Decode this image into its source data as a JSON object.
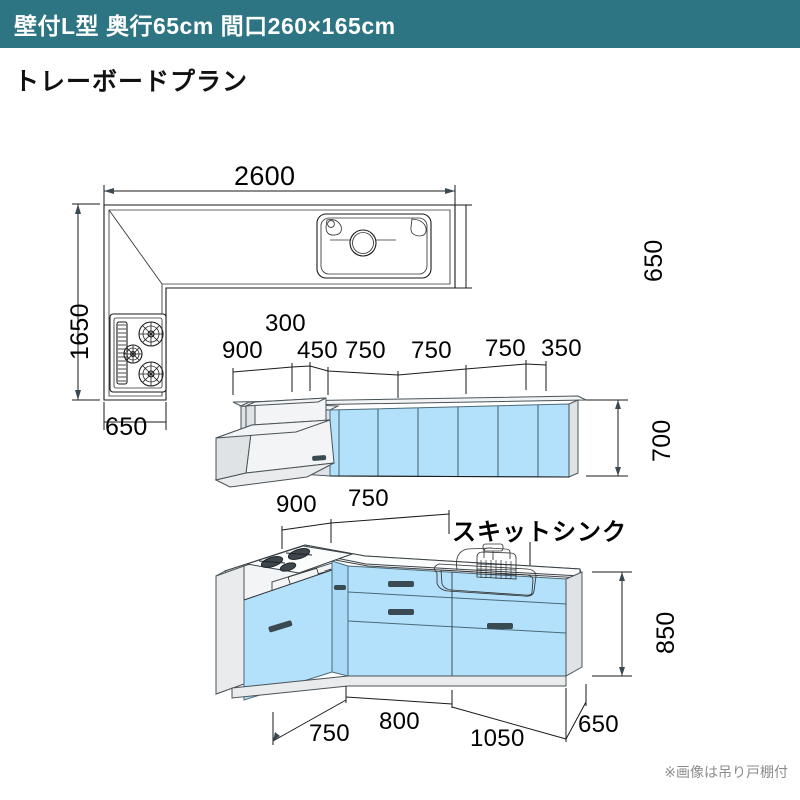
{
  "header": {
    "title": "壁付L型 奥行65cm 間口260×165cm",
    "bg_color": "#2d7582",
    "text_color": "#ffffff"
  },
  "subtitle": "トレーボードプラン",
  "footer_note": "※画像は吊り戸棚付",
  "colors": {
    "cabinet_blue": "#b3e0fa",
    "cabinet_outline": "#4a6a7a",
    "body_gray": "#e9ebec",
    "line": "#1a1a1a",
    "note_gray": "#8c8c8c"
  },
  "plan_view": {
    "name": "top-plan-view",
    "overall_width_label": "2600",
    "overall_depth_label": "650",
    "left_leg_length_label": "1650",
    "left_leg_depth_label": "650",
    "features": [
      "sink",
      "cooktop"
    ]
  },
  "wall_cabinet": {
    "name": "wall-cabinet-elevation",
    "height_label": "700",
    "dimension_chain_upper": [
      "300"
    ],
    "dimension_chain": [
      "900",
      "300",
      "450",
      "750",
      "750",
      "750",
      "350"
    ],
    "door_count": 6,
    "hood": "range-hood"
  },
  "base_cabinet": {
    "name": "base-cabinet-elevation",
    "height_label": "850",
    "top_dimensions": [
      "900",
      "750"
    ],
    "bottom_dimensions": [
      "750",
      "800",
      "1050",
      "650"
    ],
    "sink_label": "スキットシンク",
    "features": [
      "gas-cooktop",
      "oven-control-panel",
      "sink",
      "faucet",
      "wire-basket"
    ]
  },
  "dimensions": {
    "d2600": "2600",
    "d1650": "1650",
    "d650": "650",
    "d700": "700",
    "d850": "850",
    "d900": "900",
    "d300": "300",
    "d450": "450",
    "d750": "750",
    "d350": "350",
    "d800": "800",
    "d1050": "1050"
  }
}
